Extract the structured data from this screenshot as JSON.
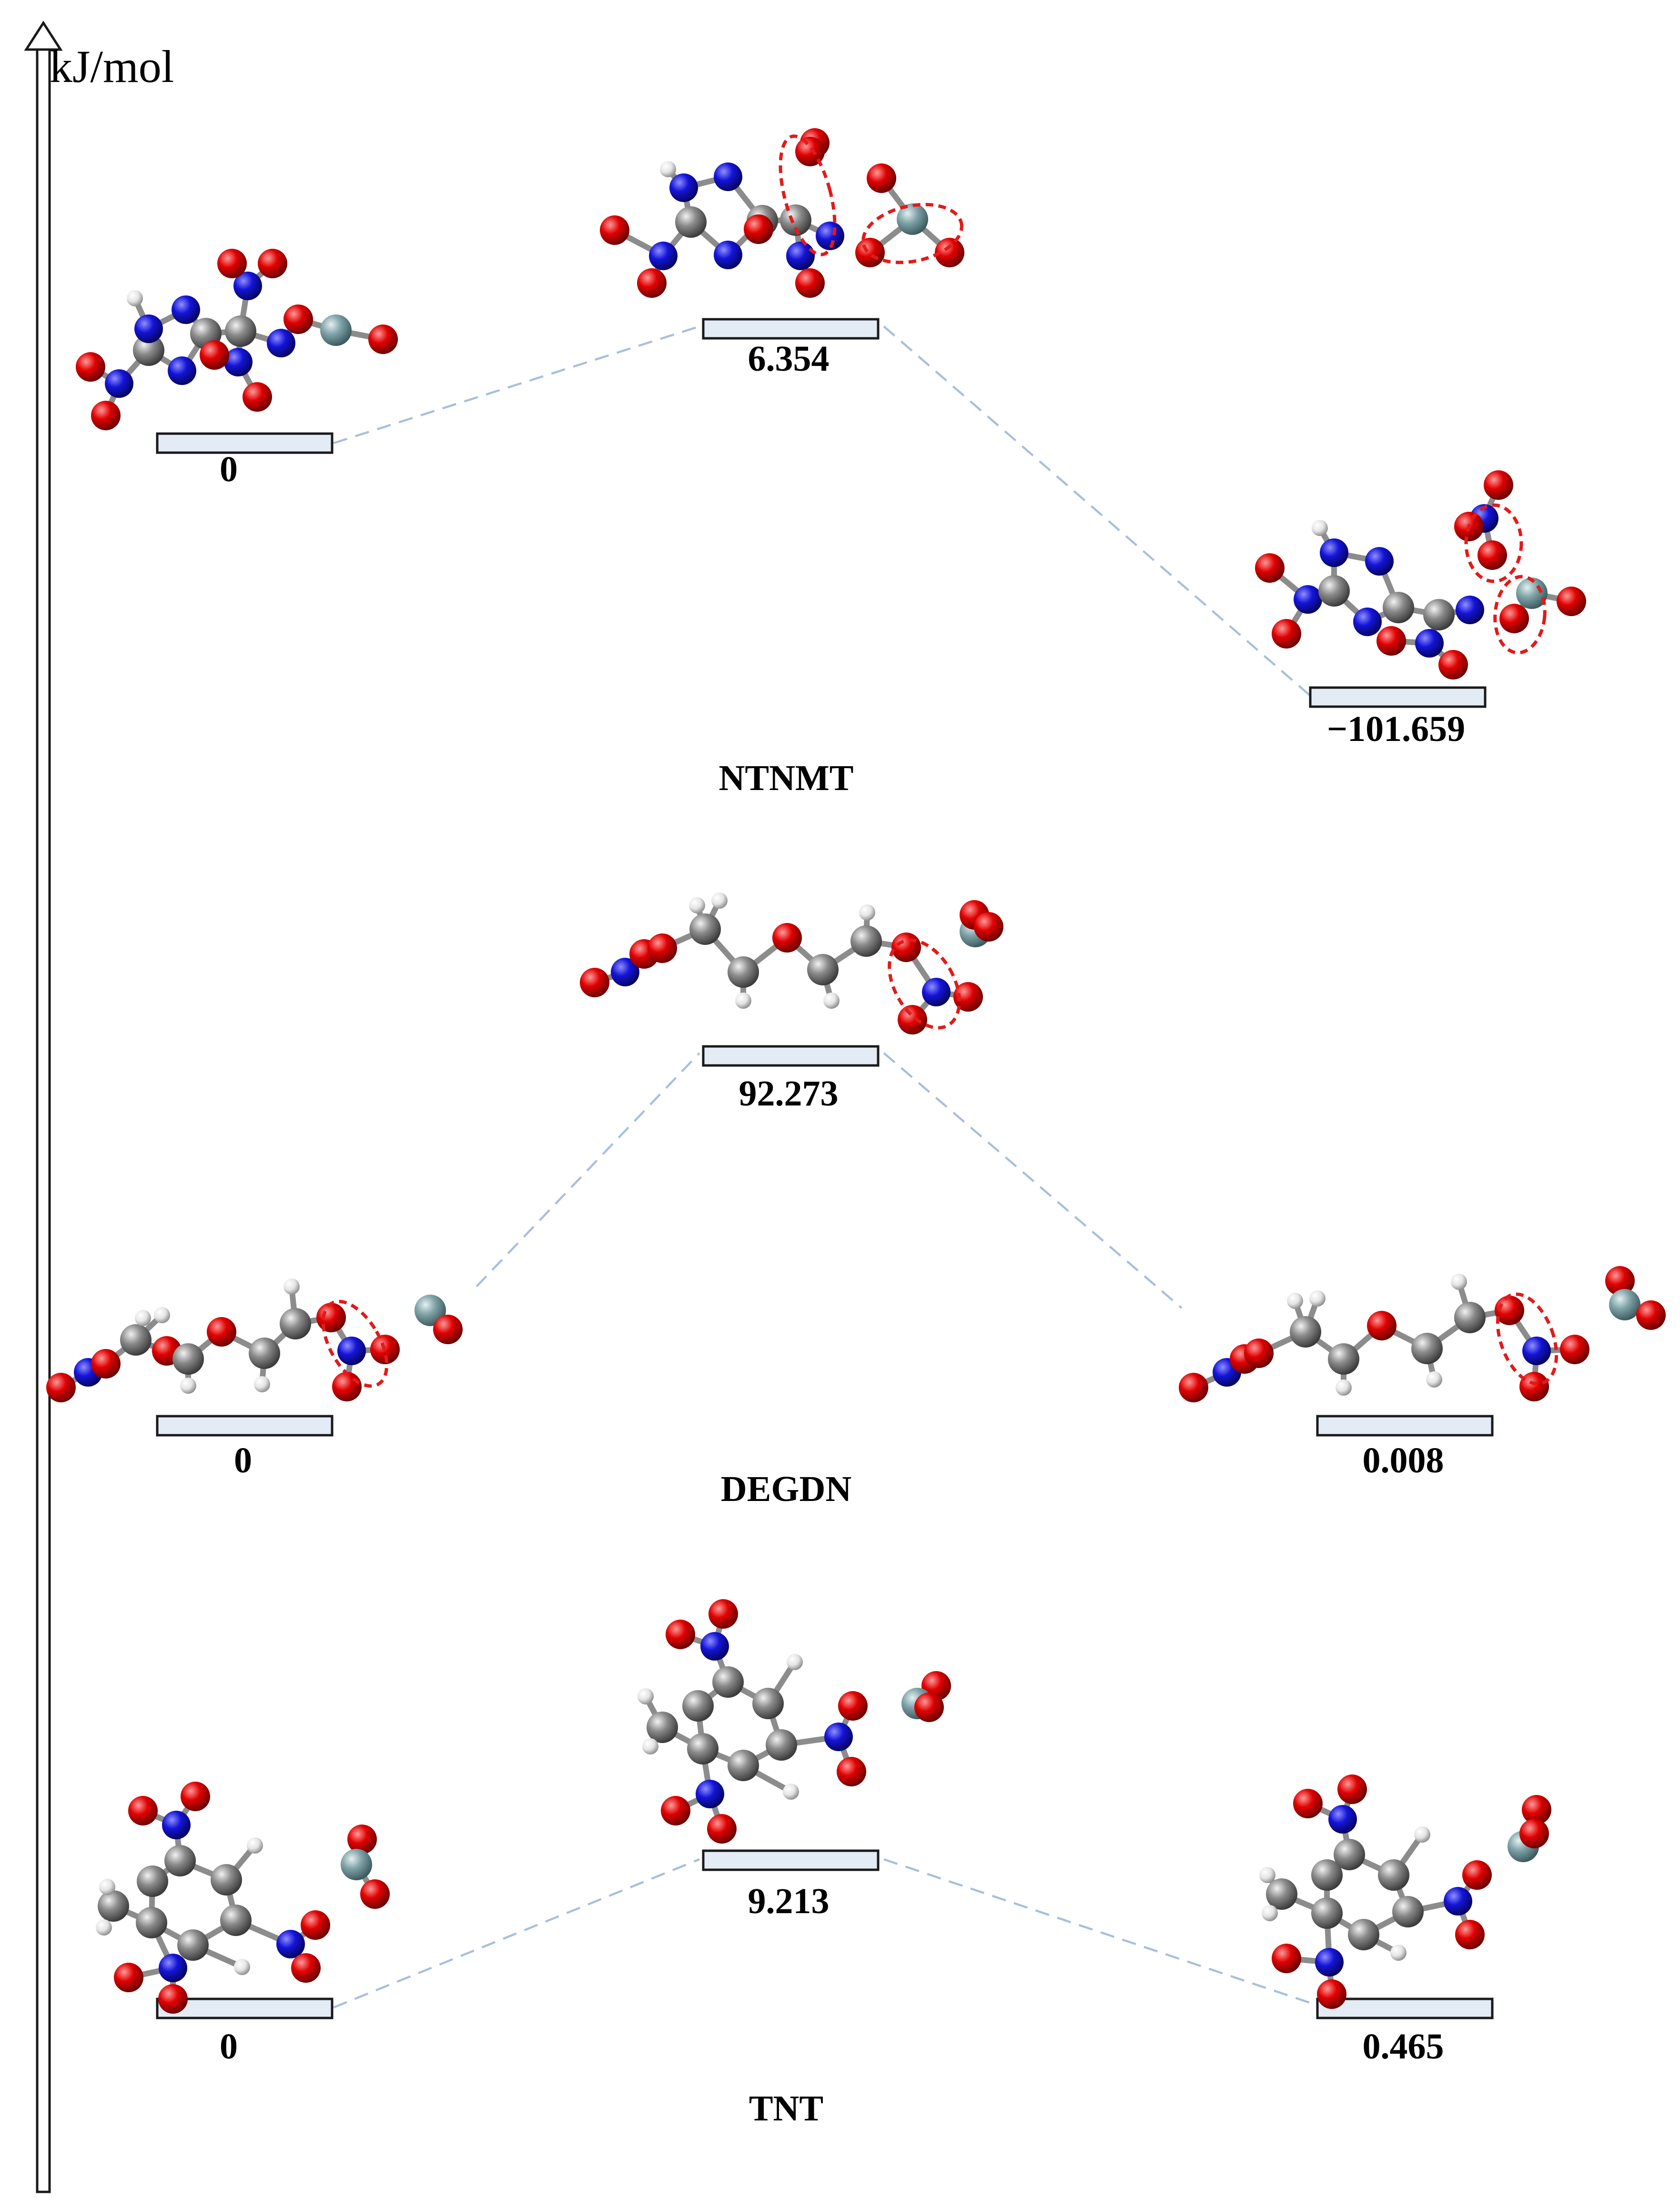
{
  "axis": {
    "unit_label": "kJ/mol"
  },
  "colors": {
    "bar_fill": "#e3ebf5",
    "connector": "#a9bfdc",
    "highlight": "#e31a1a",
    "oxygen": "#e00000",
    "nitrogen": "#1414d8",
    "carbon": "#8a8a8a",
    "hydrogen": "#e8e8e8",
    "silicon": "#7fa3a8"
  },
  "panels": [
    {
      "title": "NTNMT",
      "levels": [
        {
          "label": "0",
          "value": 0
        },
        {
          "label": "6.354",
          "value": 6.354
        },
        {
          "label": "−101.659",
          "value": -101.659
        }
      ]
    },
    {
      "title": "DEGDN",
      "levels": [
        {
          "label": "0",
          "value": 0
        },
        {
          "label": "92.273",
          "value": 92.273
        },
        {
          "label": "0.008",
          "value": 0.008
        }
      ]
    },
    {
      "title": "TNT",
      "levels": [
        {
          "label": "0",
          "value": 0
        },
        {
          "label": "9.213",
          "value": 9.213
        },
        {
          "label": "0.465",
          "value": 0.465
        }
      ]
    }
  ]
}
